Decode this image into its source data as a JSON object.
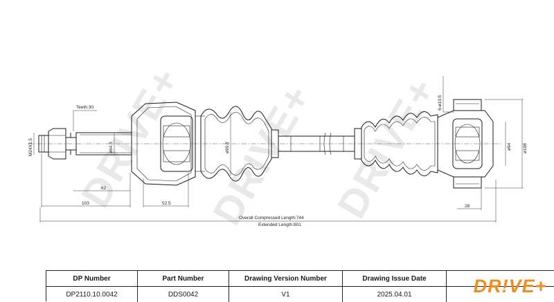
{
  "watermark": "DRIVE+",
  "dimensions": {
    "teeth": "Teeth:30",
    "thread": "M24X1.5",
    "d_inner_joint": "ø64.3",
    "d_boot": "ø99.8",
    "len_62": "62",
    "len_103": "103",
    "len_52_5": "52.5",
    "holes": "6-ø10.5",
    "d_94": "ø94",
    "d_108": "ø108",
    "len_28": "28",
    "overall": "Overall  Compressed  Length:744",
    "extended": "Extended  Length:801"
  },
  "title_block": {
    "headers": [
      "DP Number",
      "Part Number",
      "Drawing Version Number",
      "Drawing Issue Date"
    ],
    "values": [
      "DP2110.10.0042",
      "DDS0042",
      "V1",
      "2025.04.01"
    ],
    "logo": "DR!VE+"
  }
}
